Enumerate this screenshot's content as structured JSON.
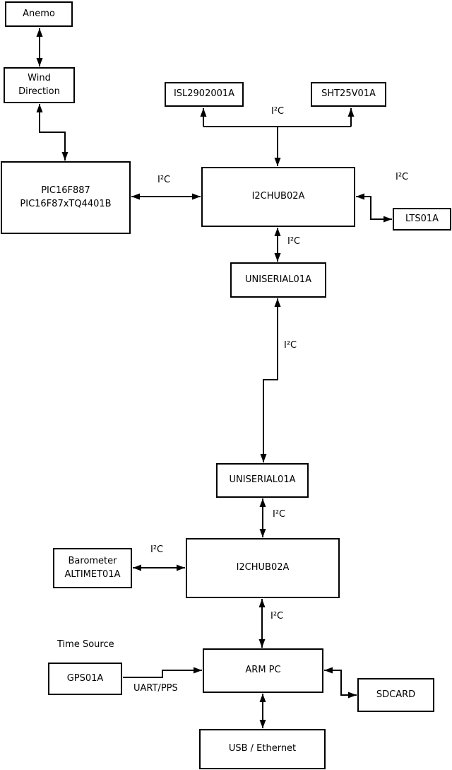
{
  "boxes": {
    "anemo": "Anemo",
    "wind_direction": "Wind\nDirection",
    "pic": "PIC16F887\nPIC16F87xTQ4401B",
    "isl": "ISL2902001A",
    "sht": "SHT25V01A",
    "hub1": "I2CHUB02A",
    "lts": "LTS01A",
    "uniserial1": "UNISERIAL01A",
    "uniserial2": "UNISERIAL01A",
    "hub2": "I2CHUB02A",
    "barometer": "Barometer\nALTIMET01A",
    "gps": "GPS01A",
    "armpc": "ARM PC",
    "sdcard": "SDCARD",
    "usb": "USB / Ethernet"
  },
  "labels": {
    "i2c_branch": "I²C",
    "i2c_pic_hub1": "I²C",
    "i2c_hub1_lts": "I²C",
    "i2c_hub1_uniserial1": "I²C",
    "i2c_long_link": "I²C",
    "i2c_uniserial2_hub2": "I²C",
    "i2c_barometer_hub2": "I²C",
    "i2c_hub2_armpc": "I²C",
    "time_source": "Time Source",
    "uart_pps": "UART/PPS"
  },
  "colors": {
    "line": "#000000",
    "box_fill": "#ffffff",
    "text": "#000000",
    "background": "#ffffff"
  }
}
